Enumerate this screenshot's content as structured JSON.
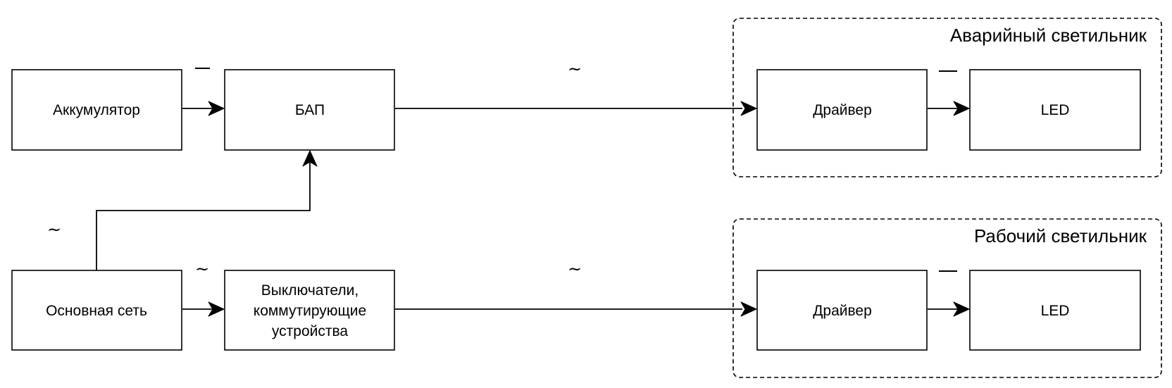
{
  "groups": {
    "emergency_title": "Аварийный светильник",
    "working_title": "Рабочий светильник"
  },
  "blocks": {
    "battery": "Аккумулятор",
    "bap": "БАП",
    "mains": "Основная сеть",
    "switches": [
      "Выключатели,",
      "коммутирующие",
      "устройства"
    ],
    "driver_emergency": "Драйвер",
    "led_emergency": "LED",
    "driver_working": "Драйвер",
    "led_working": "LED"
  },
  "symbols": {
    "ac": "~"
  }
}
